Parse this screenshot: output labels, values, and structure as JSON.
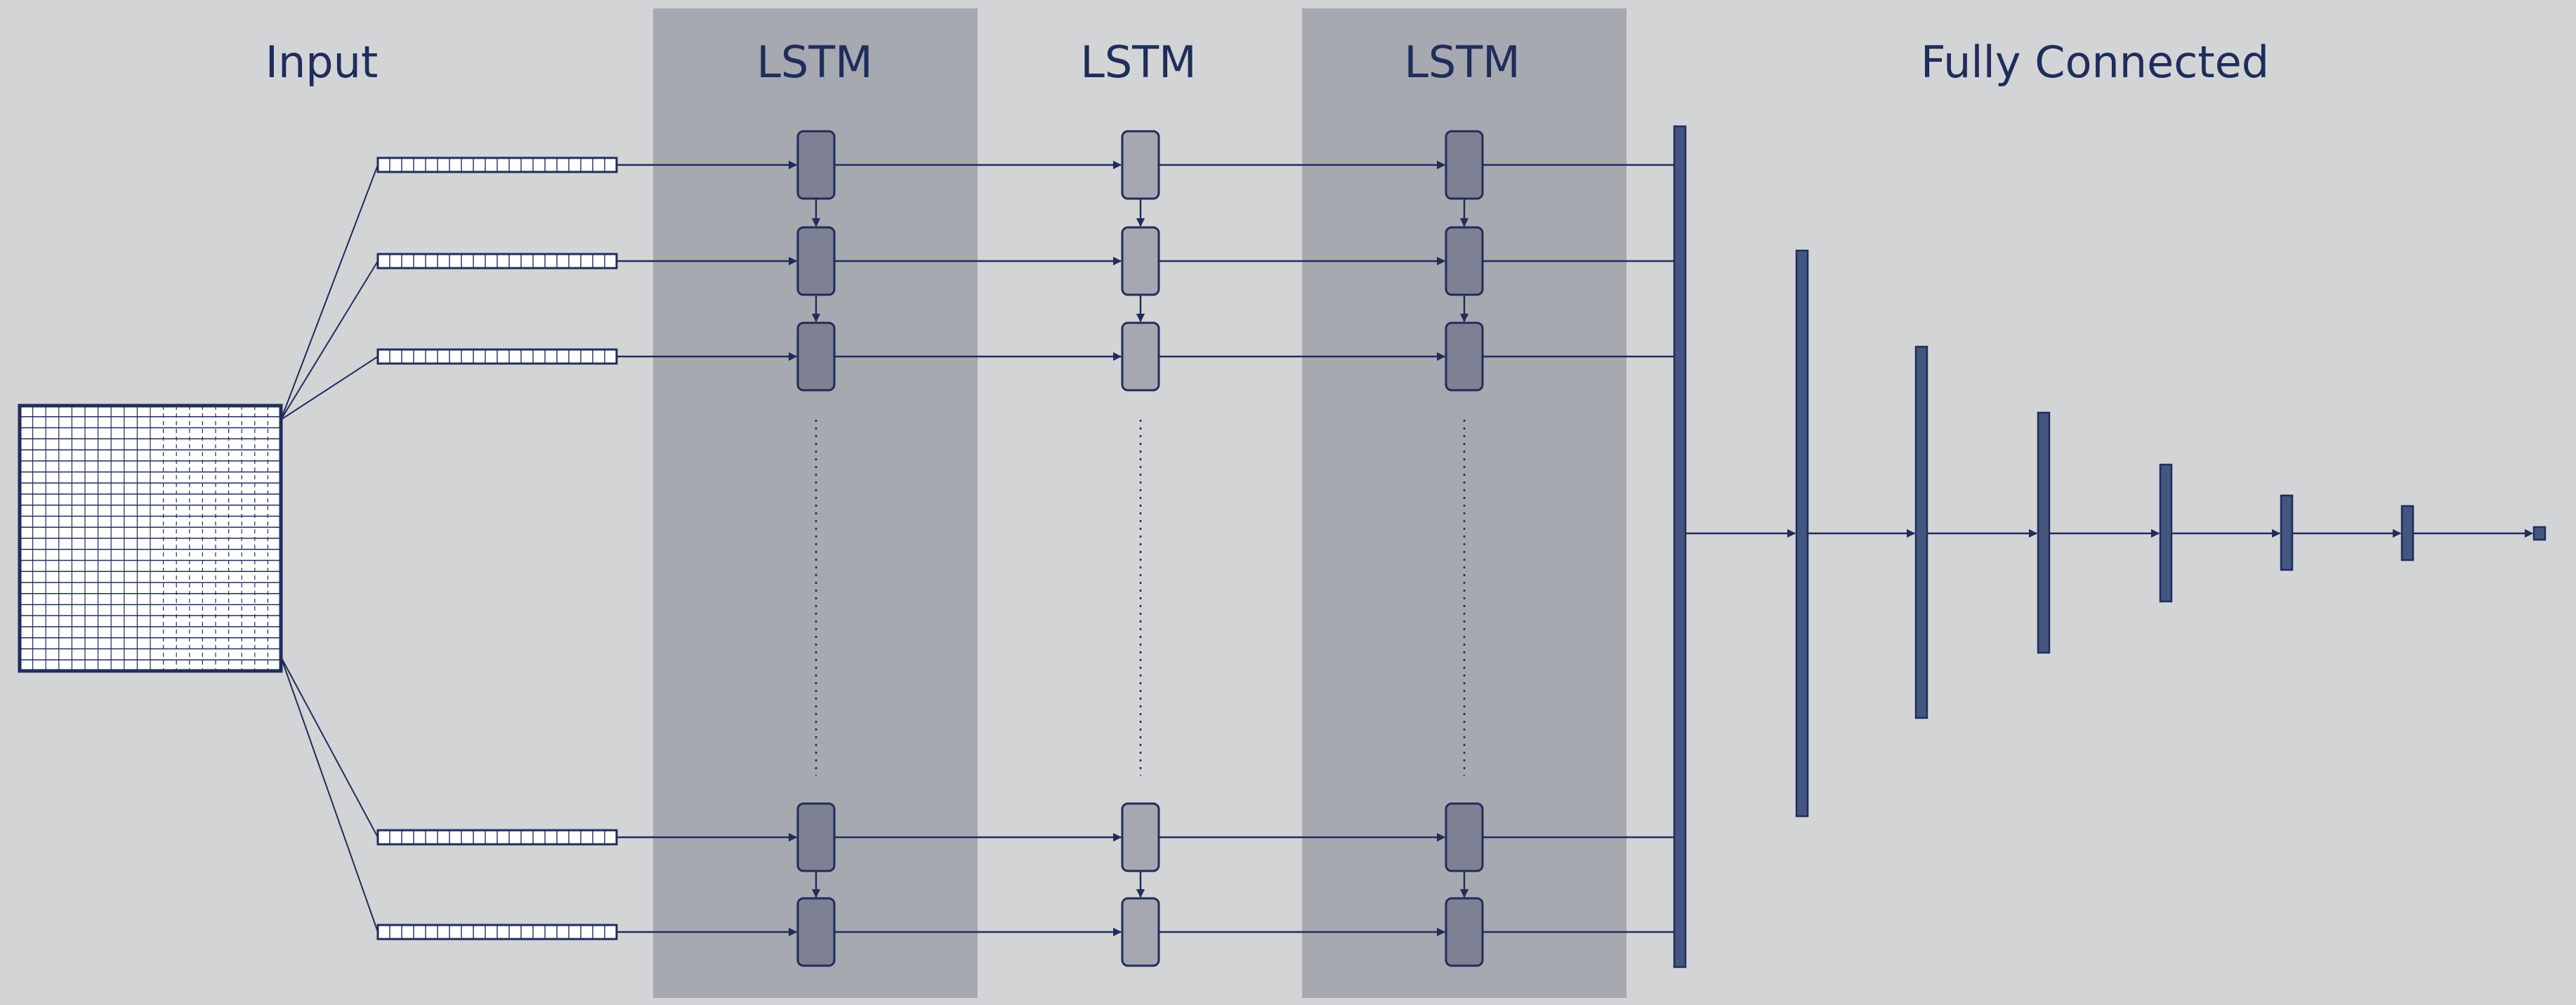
{
  "diagram": {
    "titles": {
      "input": "Input",
      "lstm_1": "LSTM",
      "lstm_2": "LSTM",
      "lstm_3": "LSTM",
      "fully_connected": "Fully Connected"
    },
    "sections": [
      "Input",
      "LSTM",
      "LSTM",
      "LSTM",
      "Fully Connected"
    ],
    "lstm_layer_count": 3,
    "visible_timesteps_top": 3,
    "visible_timesteps_bottom": 2,
    "fully_connected_layer_count": 8,
    "colors": {
      "background": "#d3d4d6",
      "band_dark": "#a7a9b0",
      "band_light": "#d3d4d6",
      "line": "#1f2d5c",
      "cell_dark": "#7d8193",
      "cell_light": "#a5a8b2",
      "fc_bar": "#44557f"
    }
  }
}
